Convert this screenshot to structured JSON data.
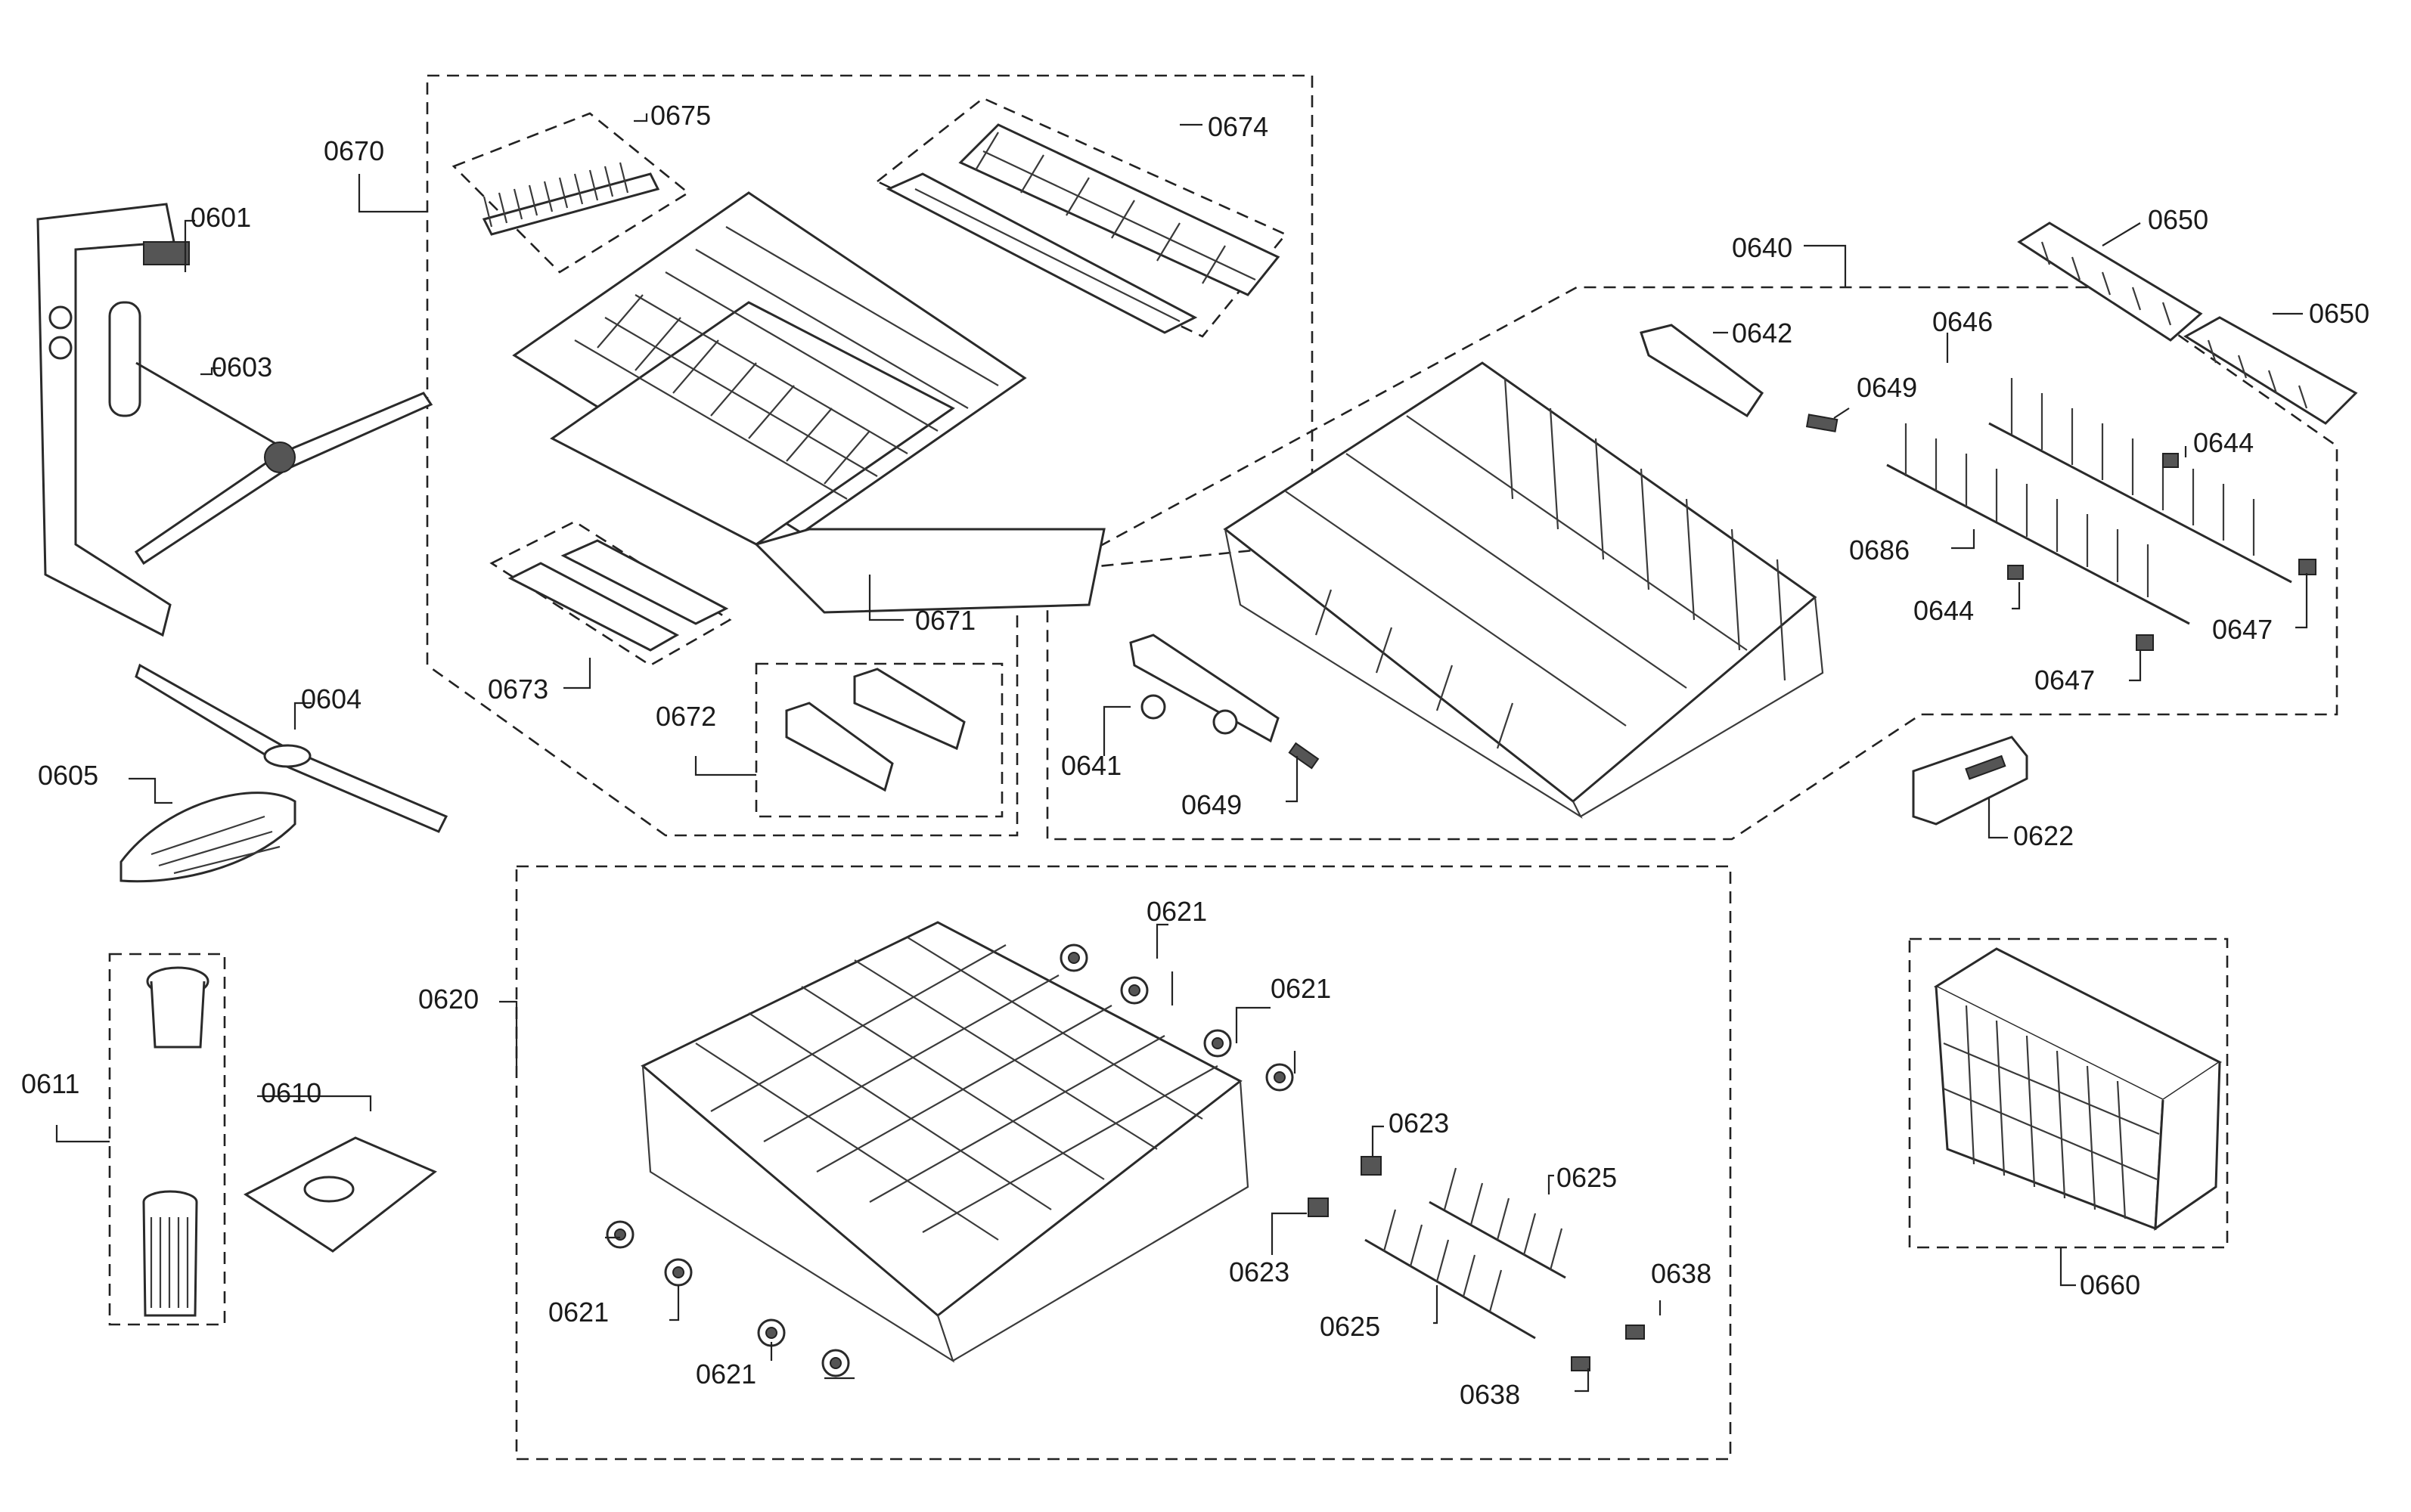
{
  "labels": {
    "p0601": "0601",
    "p0603": "0603",
    "p0604": "0604",
    "p0605": "0605",
    "p0610": "0610",
    "p0611": "0611",
    "p0620": "0620",
    "p0621a": "0621",
    "p0621b": "0621",
    "p0621c": "0621",
    "p0621d": "0621",
    "p0622": "0622",
    "p0623a": "0623",
    "p0623b": "0623",
    "p0625a": "0625",
    "p0625b": "0625",
    "p0638a": "0638",
    "p0638b": "0638",
    "p0640": "0640",
    "p0641": "0641",
    "p0642": "0642",
    "p0644a": "0644",
    "p0644b": "0644",
    "p0646": "0646",
    "p0647a": "0647",
    "p0647b": "0647",
    "p0649a": "0649",
    "p0649b": "0649",
    "p0650a": "0650",
    "p0650b": "0650",
    "p0660": "0660",
    "p0670": "0670",
    "p0671": "0671",
    "p0672": "0672",
    "p0673": "0673",
    "p0674": "0674",
    "p0675": "0675",
    "p0686": "0686"
  },
  "icons": [
    "spray-arm-icon",
    "filter-icon",
    "dish-rack-icon",
    "tine-row-icon",
    "silverware-basket-icon",
    "wheel-icon"
  ]
}
